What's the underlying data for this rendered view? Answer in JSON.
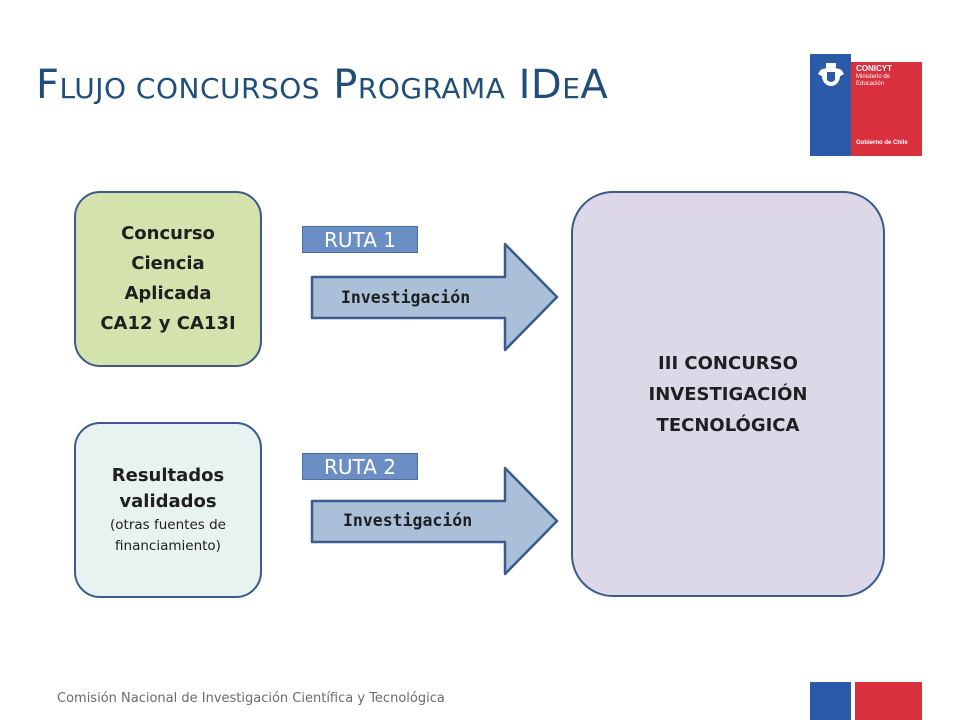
{
  "title": {
    "part1_cap": "F",
    "part1_rest": "LUJO CONCURSOS",
    "part2_cap": "P",
    "part2_rest": "ROGRAMA",
    "part3_a": "ID",
    "part3_b": "E",
    "part3_c": "A"
  },
  "logo": {
    "name": "CONICYT",
    "ministry_line1": "Ministerio de",
    "ministry_line2": "Educación",
    "government": "Gobierno de Chile"
  },
  "diagram": {
    "source_1": {
      "lines": [
        "Concurso",
        "Ciencia",
        "Aplicada",
        "CA12 y CA13I"
      ]
    },
    "source_2": {
      "bold_lines": [
        "Resultados",
        "validados"
      ],
      "small_lines": [
        "(otras fuentes de",
        "financiamiento)"
      ]
    },
    "route_1": {
      "label": "RUTA 1",
      "arrow_text": "Investigación"
    },
    "route_2": {
      "label": "RUTA 2",
      "arrow_text": "Investigación"
    },
    "target": {
      "lines": [
        "III CONCURSO",
        "INVESTIGACIÓN",
        "TECNOLÓGICA"
      ]
    }
  },
  "footer": {
    "text": "Comisión Nacional de Investigación Científica y Tecnológica"
  },
  "colors": {
    "title": "#1f4e79",
    "green_box": "#d4e3ae",
    "light_box": "#e8f2f1",
    "purple_box": "#ddd8e8",
    "border": "#3b5b8c",
    "ruta_badge": "#6b8fc4",
    "arrow_fill": "#a9c0d8",
    "flag_blue": "#2a5aa8",
    "flag_red": "#d9303d"
  }
}
